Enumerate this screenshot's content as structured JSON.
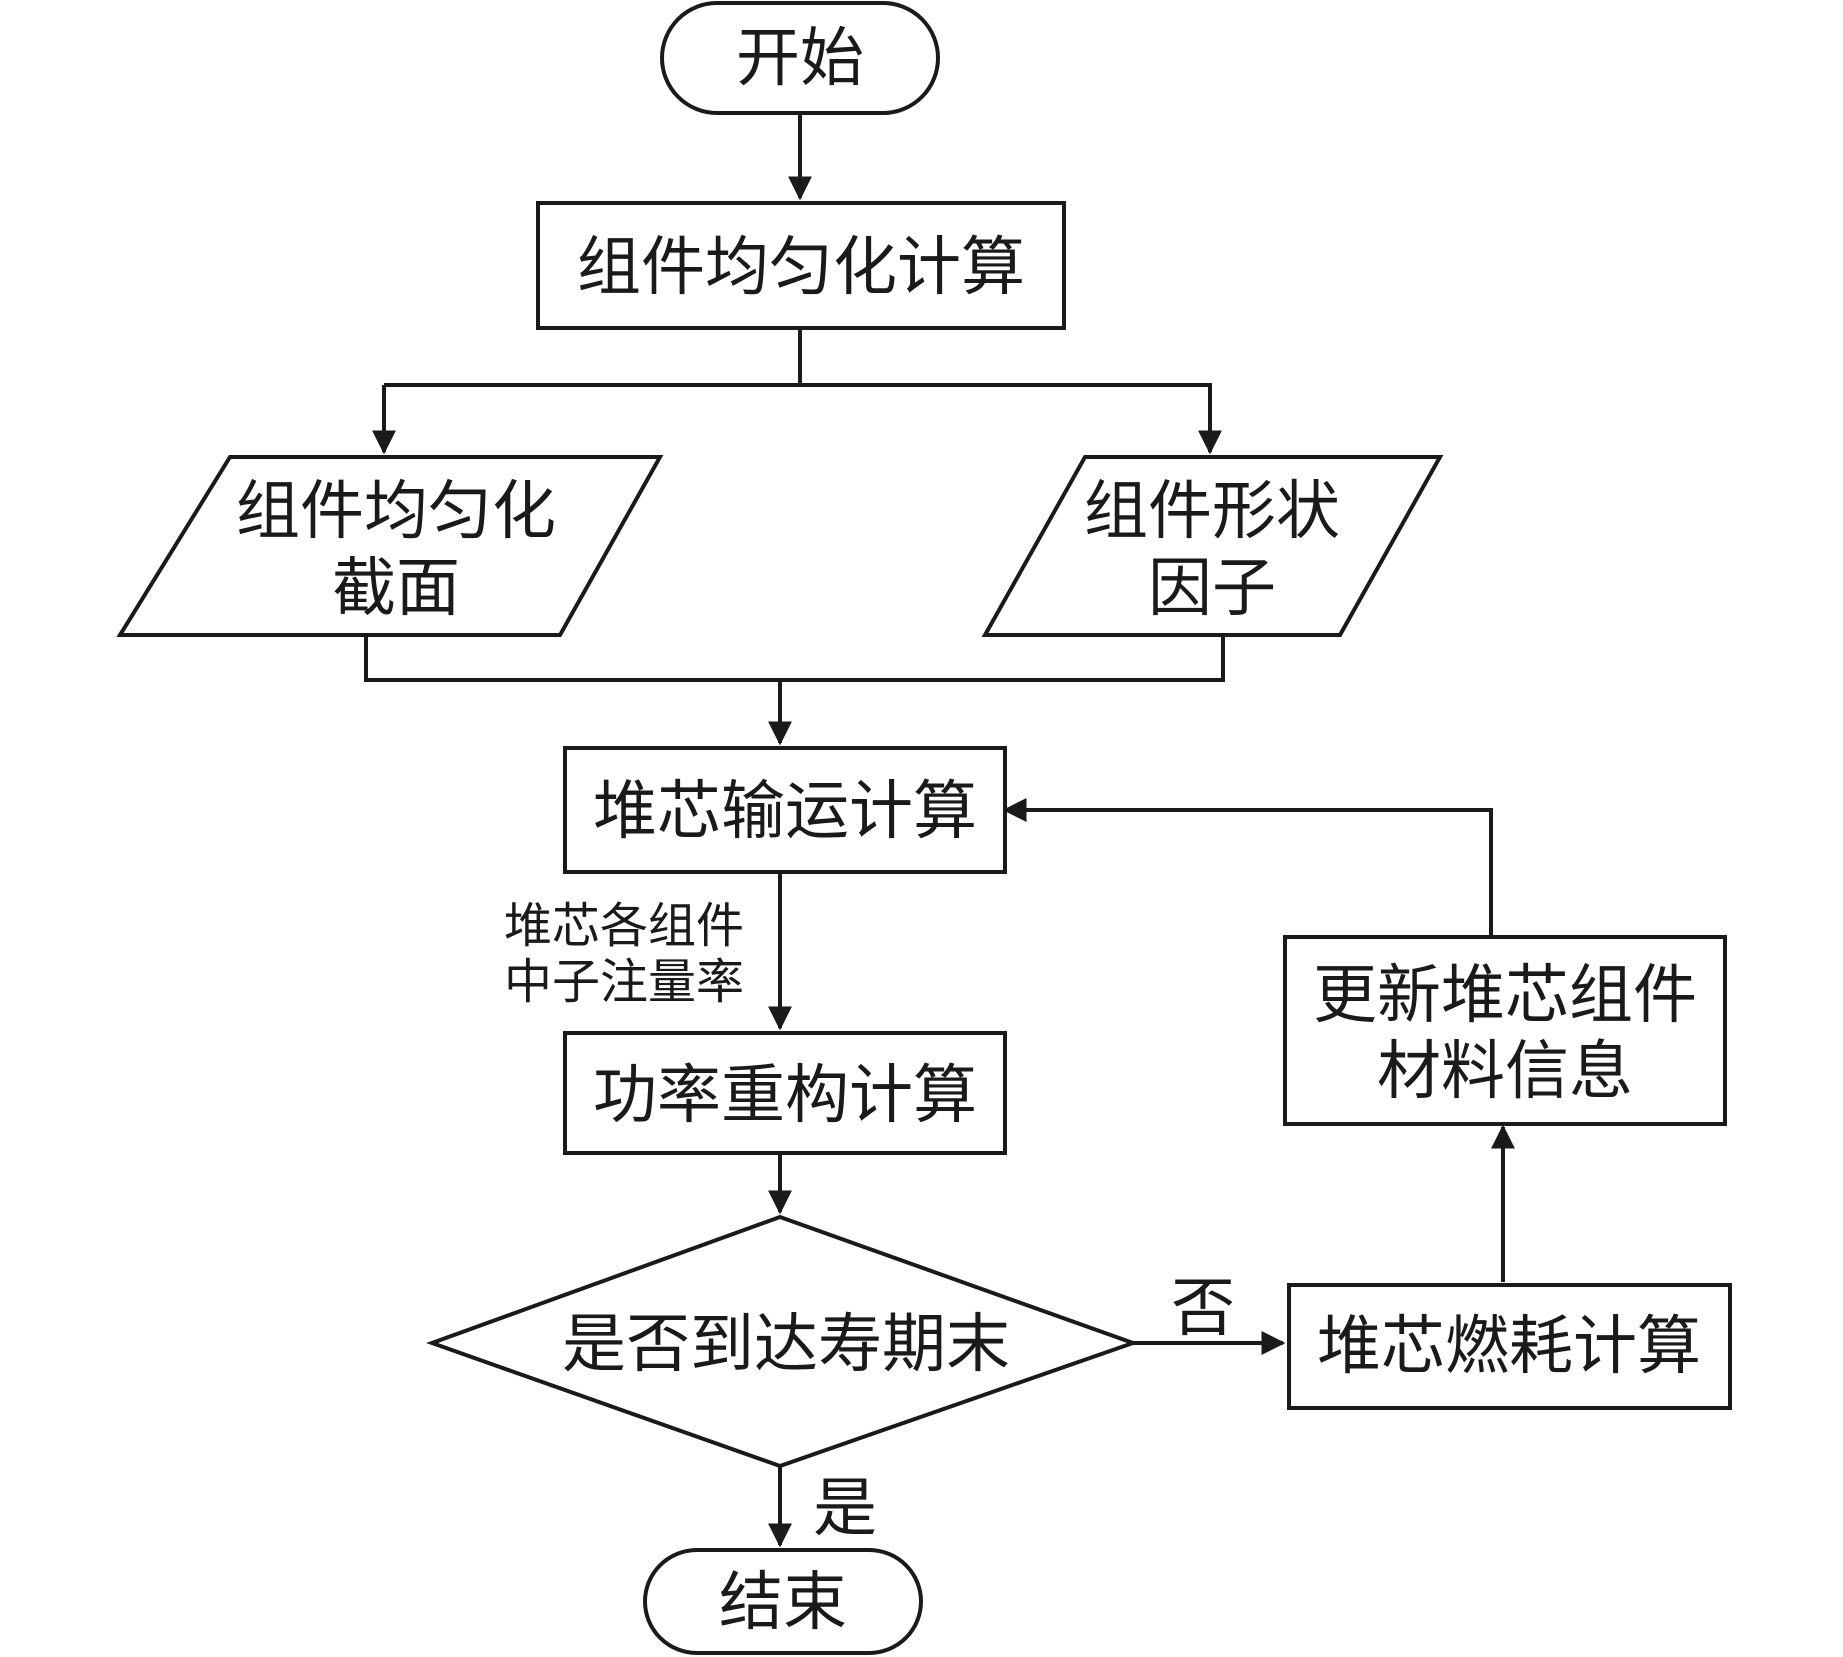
{
  "nodes": {
    "start": "开始",
    "homogenization": "组件均匀化计算",
    "cross_section": [
      "组件均匀化",
      "截面"
    ],
    "form_factor": [
      "组件形状",
      "因子"
    ],
    "transport": "堆芯输运计算",
    "power_reconstruction": "功率重构计算",
    "decision": "是否到达寿期末",
    "burnup": "堆芯燃耗计算",
    "update_material": [
      "更新堆芯组件",
      "材料信息"
    ],
    "end": "结束"
  },
  "edge_labels": {
    "flux_note": [
      "堆芯各组件",
      "中子注量率"
    ],
    "no": "否",
    "yes": "是"
  }
}
